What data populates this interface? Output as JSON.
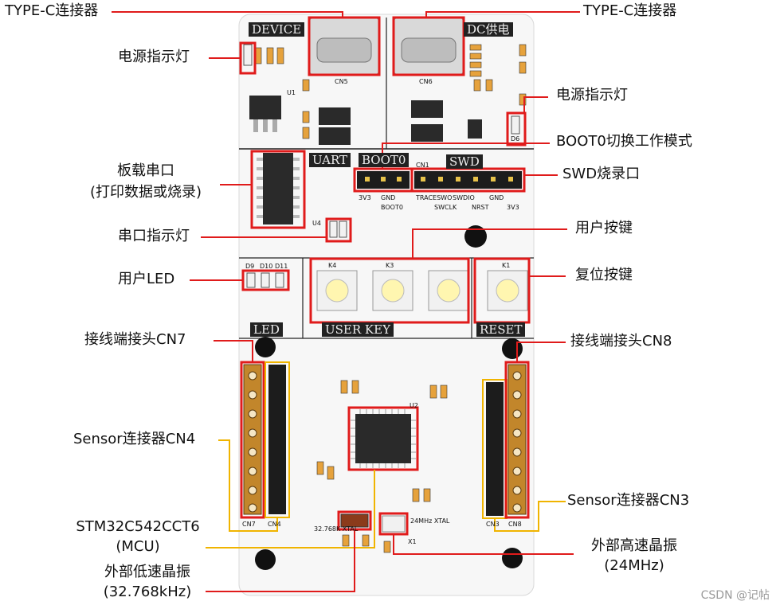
{
  "callouts": {
    "typec_left": "TYPE-C连接器",
    "typec_right": "TYPE-C连接器",
    "power_led_left": "电源指示灯",
    "power_led_right": "电源指示灯",
    "boot0_switch": "BOOT0切换工作模式",
    "onboard_uart_line1": "板载串口",
    "onboard_uart_line2": "(打印数据或烧录)",
    "swd_port": "SWD烧录口",
    "uart_led": "串口指示灯",
    "user_key": "用户按键",
    "user_led": "用户LED",
    "reset_key": "复位按键",
    "terminal_cn7": "接线端接头CN7",
    "terminal_cn8": "接线端接头CN8",
    "sensor_cn4": "Sensor连接器CN4",
    "sensor_cn3": "Sensor连接器CN3",
    "mcu_line1": "STM32C542CCT6",
    "mcu_line2": "(MCU)",
    "hse_line1": "外部高速晶振",
    "hse_line2": "(24MHz)",
    "lse_line1": "外部低速晶振",
    "lse_line2": "(32.768kHz)"
  },
  "board_labels": {
    "device": "DEVICE",
    "dc_power": "DC供电",
    "uart": "UART",
    "boot0": "BOOT0",
    "swd": "SWD",
    "led": "LED",
    "user_key": "USER KEY",
    "reset": "RESET"
  },
  "silkscreen": {
    "cn5": "CN5",
    "cn6": "CN6",
    "cn1": "CN1",
    "cn7": "CN7",
    "cn4": "CN4",
    "cn3": "CN3",
    "cn8": "CN8",
    "k1": "K1",
    "k3": "K3",
    "k4": "K4",
    "d6": "D6",
    "d9": "D9",
    "d10": "D10",
    "d11": "D11",
    "u1": "U1",
    "u2": "U2",
    "u4": "U4",
    "x1": "X1",
    "xtal_24": "24MHz XTAL",
    "xtal_32": "32.768K XTAL",
    "gnd": "GND",
    "boot0_pin": "BOOT0",
    "v33": "3V3",
    "swd_pins": [
      "TRACESWO",
      "SWCLK",
      "SWDIO",
      "NRST",
      "GND",
      "3V3"
    ]
  },
  "watermark": "CSDN @记帖",
  "colors": {
    "red_box": "#e01b1b",
    "yellow_box": "#f0b400",
    "pcb": "#f6f6f6",
    "silk_label_bg": "#222222",
    "connector_black": "#1c1c1c",
    "button_yellow": "#fff6b0"
  }
}
